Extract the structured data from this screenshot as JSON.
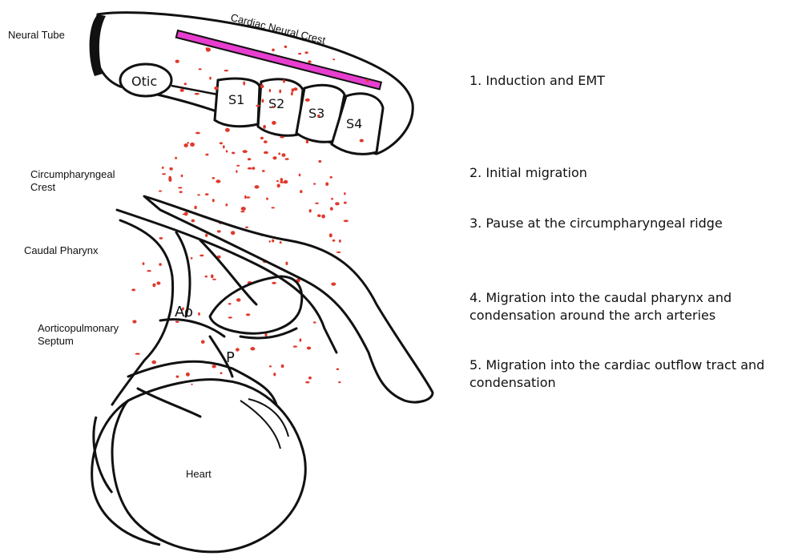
{
  "labels": {
    "neural_tube": "Neural Tube",
    "cardiac_neural_crest": "Cardiac Neural Crest",
    "circumpharyngeal_crest": [
      "Circumpharyngeal",
      "Crest"
    ],
    "caudal_pharynx": "Caudal Pharynx",
    "aorticopulmonary_septum": [
      "Aorticopulmonary",
      "Septum"
    ],
    "heart": "Heart",
    "otic": "Otic",
    "somites": [
      "S1",
      "S2",
      "S3",
      "S4"
    ],
    "aorta": "Ao",
    "pulmonary": "P"
  },
  "steps": [
    "1. Induction and EMT",
    "2. Initial migration",
    "3. Pause at the circumpharyngeal ridge",
    "4. Migration into the caudal pharynx and condensation around the arch arteries",
    "5. Migration into the cardiac outflow tract and condensation"
  ],
  "colors": {
    "neural_crest_bar": "#e83ecf",
    "cells": "#e0392b",
    "outline": "#111111"
  }
}
